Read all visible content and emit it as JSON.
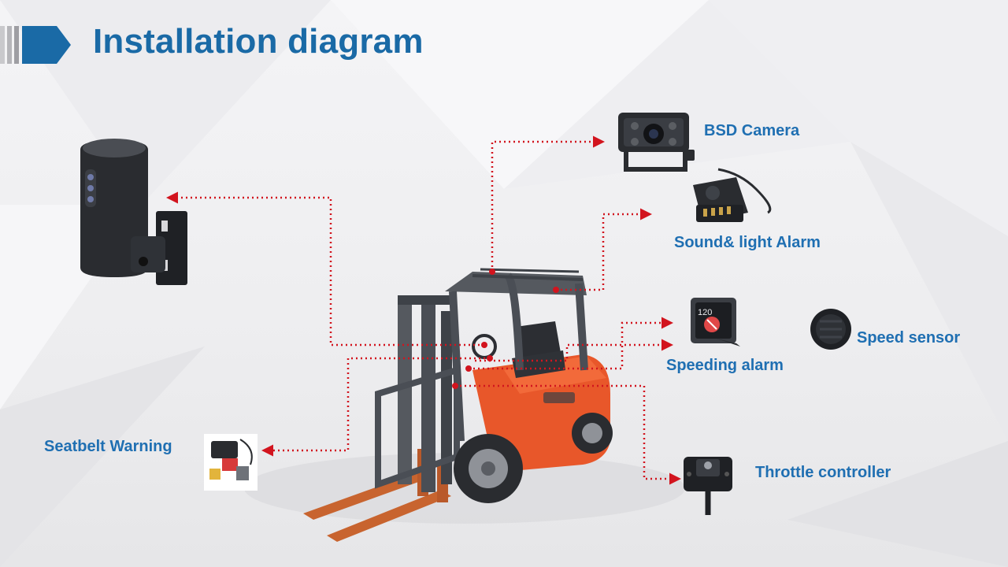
{
  "header": {
    "title": "Installation diagram"
  },
  "components": {
    "bsd_camera": "BSD Camera",
    "sound_light_alarm": "Sound& light Alarm",
    "speeding_alarm": "Speeding alarm",
    "speed_sensor": "Speed sensor",
    "throttle_controller": "Throttle controller",
    "seatbelt_warning": "Seatbelt Warning"
  },
  "speeding_alarm_display": "120",
  "colors": {
    "title": "#1a6aa6",
    "label": "#1f6fb2",
    "connector": "#d2141e",
    "forklift_body": "#e8572a",
    "forklift_frame": "#4a4e55",
    "device": "#2c2e33"
  }
}
